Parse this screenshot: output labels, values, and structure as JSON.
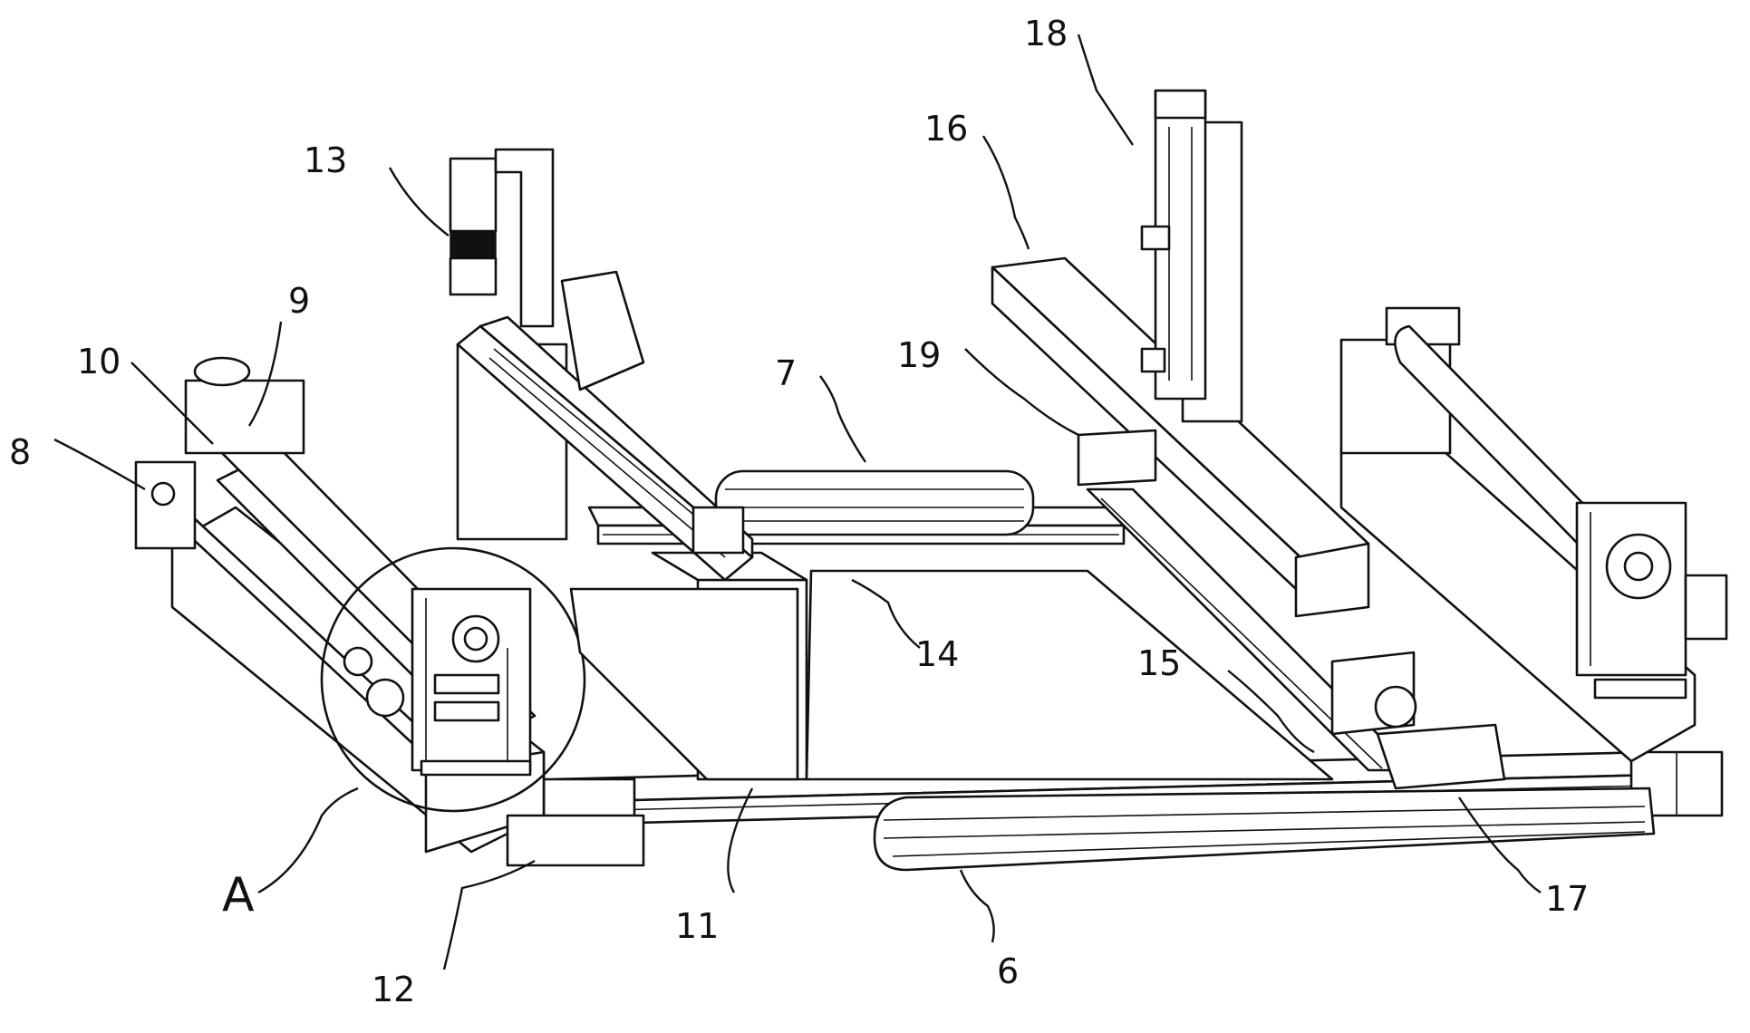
{
  "labels": {
    "l6": "6",
    "l7": "7",
    "l8": "8",
    "l9": "9",
    "l10": "10",
    "l11": "11",
    "l12": "12",
    "l13": "13",
    "l14": "14",
    "l15": "15",
    "l16": "16",
    "l17": "17",
    "l18": "18",
    "l19": "19",
    "lA": "A"
  }
}
